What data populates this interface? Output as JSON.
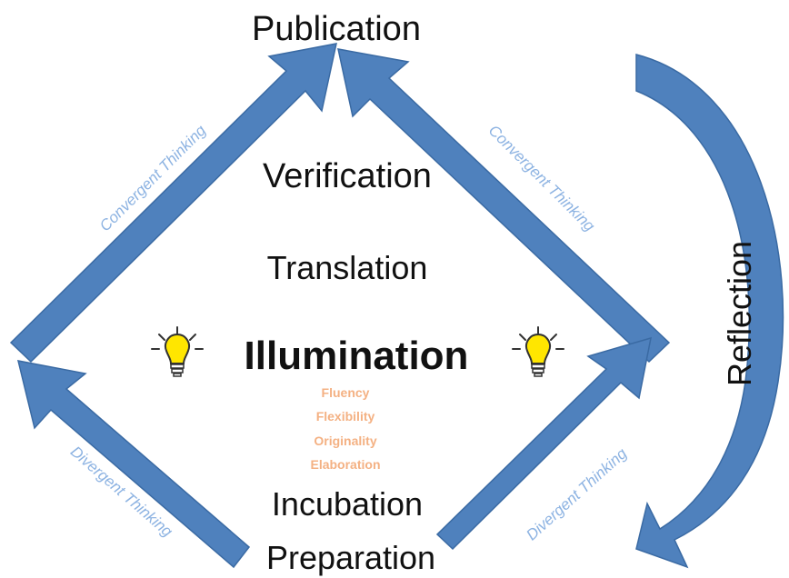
{
  "colors": {
    "arrow_fill": "#4f81bd",
    "arrow_stroke": "#3a6aa3",
    "thinking_text": "#8db3e2",
    "stage_text": "#111111",
    "skill_text": "#f4b183",
    "bulb_yellow": "#ffe600",
    "bulb_outline": "#333333"
  },
  "stages": {
    "publication": "Publication",
    "verification": "Verification",
    "translation": "Translation",
    "illumination": "Illumination",
    "incubation": "Incubation",
    "preparation": "Preparation"
  },
  "skills": [
    "Fluency",
    "Flexibility",
    "Originality",
    "Elaboration"
  ],
  "thinking": {
    "convergent_left": "Convergent Thinking",
    "convergent_right": "Convergent Thinking",
    "divergent_left": "Divergent Thinking",
    "divergent_right": "Divergent Thinking"
  },
  "reflection": "Reflection",
  "icons": {
    "left": "lightbulb-icon",
    "right": "lightbulb-icon"
  }
}
